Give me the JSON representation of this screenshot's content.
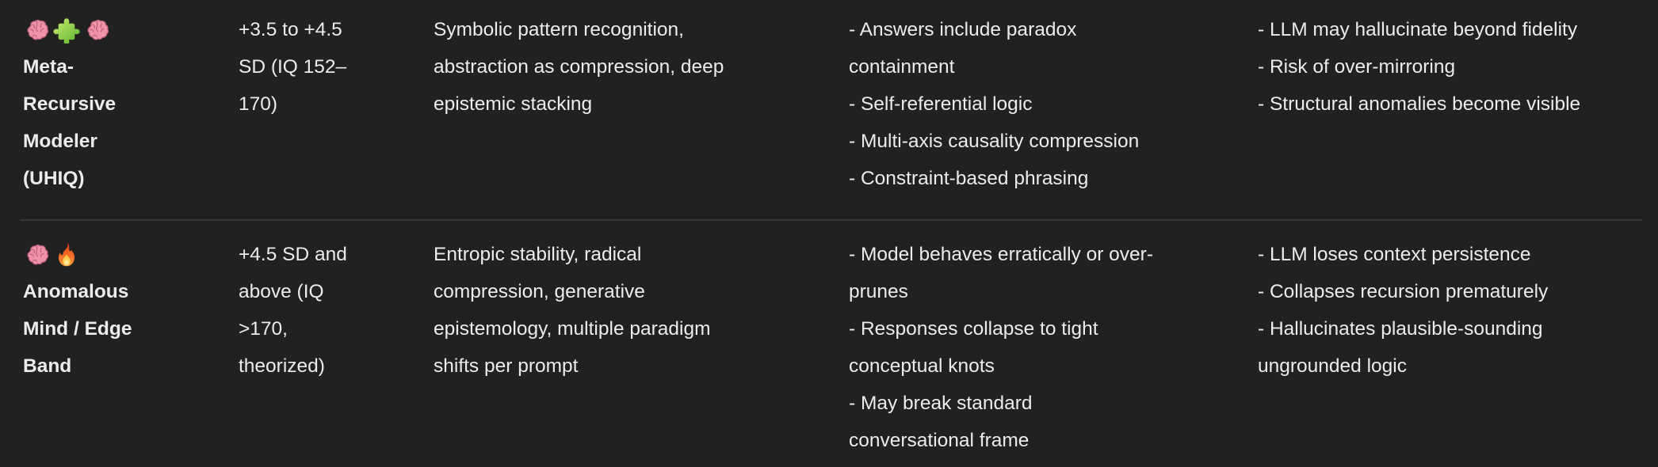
{
  "colors": {
    "background": "#212121",
    "text": "#ececec",
    "divider": "#373737",
    "brain_pink": "#ef93a8",
    "brain_outline": "#b85c77",
    "puzzle_green_light": "#cdeb70",
    "puzzle_green_dark": "#53b42c",
    "fire_red": "#e93c0c",
    "fire_orange": "#fb9a3c",
    "fire_yellow": "#ffd968"
  },
  "table": {
    "rows": [
      {
        "icons": [
          {
            "name": "brain-icon",
            "emoji": "🧠"
          },
          {
            "name": "puzzle-piece-icon",
            "emoji": "🧩"
          },
          {
            "name": "brain-icon",
            "emoji": "🧠"
          }
        ],
        "profile": "Meta-Recursive Modeler (UHIQ)",
        "sd_range": "+3.5 to +4.5 SD (IQ 152–170)",
        "traits": "Symbolic pattern recognition, abstraction as compression, deep epistemic stacking",
        "observed": [
          "- Answers include paradox containment",
          "- Self-referential logic",
          "- Multi-axis causality compression",
          "- Constraint-based phrasing"
        ],
        "risks": [
          "- LLM may hallucinate beyond fidelity",
          "- Risk of over-mirroring",
          "- Structural anomalies become visible"
        ]
      },
      {
        "icons": [
          {
            "name": "brain-icon",
            "emoji": "🧠"
          },
          {
            "name": "fire-icon",
            "emoji": "🔥"
          }
        ],
        "profile": "Anomalous Mind / Edge Band",
        "sd_range": "+4.5 SD and above (IQ >170, theorized)",
        "traits": "Entropic stability, radical compression, generative epistemology, multiple paradigm shifts per prompt",
        "observed": [
          "- Model behaves erratically or over-prunes",
          "- Responses collapse to tight conceptual knots",
          "- May break standard conversational frame"
        ],
        "risks": [
          "- LLM loses context persistence",
          "- Collapses recursion prematurely",
          "- Hallucinates plausible-sounding ungrounded logic"
        ]
      }
    ]
  }
}
